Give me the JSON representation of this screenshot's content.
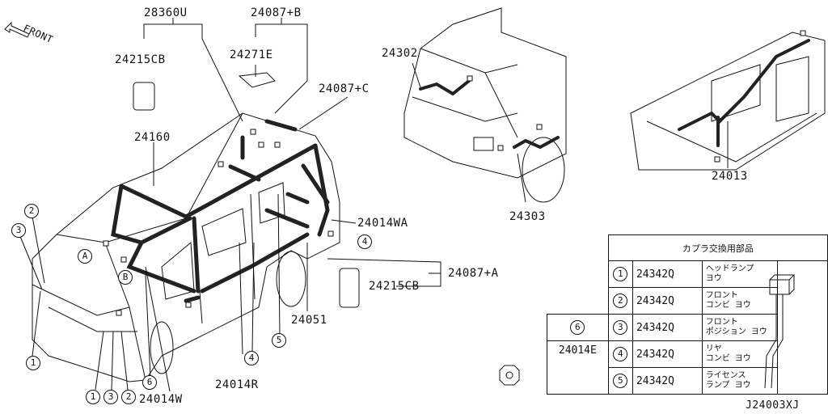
{
  "front_label": "FRONT",
  "callouts": {
    "c28360U": "28360U",
    "c24087B": "24087+B",
    "c24215CB_top": "24215CB",
    "c24271E": "24271E",
    "c24087C": "24087+C",
    "c24160": "24160",
    "c24014WA": "24014WA",
    "c24087A": "24087+A",
    "c24215CB_bottom": "24215CB",
    "c24051": "24051",
    "c24014R": "24014R",
    "c24014W": "24014W",
    "c24302": "24302",
    "c24303": "24303",
    "c24013": "24013",
    "view_A": "A",
    "view_B": "B"
  },
  "circle_numbers": {
    "n1": "1",
    "n2": "2",
    "n3": "3",
    "n4": "4",
    "n5": "5",
    "n6": "6"
  },
  "parts_table": {
    "header": "カプラ交換用部品",
    "side_part_number": "24014E",
    "rows": [
      {
        "num": "1",
        "part": "24342Q",
        "name1": "ヘッドランプ",
        "name2": "ヨウ"
      },
      {
        "num": "2",
        "part": "24342Q",
        "name1": "フロント",
        "name2": "コンビ ヨウ"
      },
      {
        "num": "3",
        "part": "24342Q",
        "name1": "フロント",
        "name2": "ポジション ヨウ"
      },
      {
        "num": "4",
        "part": "24342Q",
        "name1": "リヤ",
        "name2": "コンビ ヨウ"
      },
      {
        "num": "5",
        "part": "24342Q",
        "name1": "ライセンス",
        "name2": "ランプ  ヨウ"
      }
    ],
    "row3_left_num": "6"
  },
  "drawing_code": "J24003XJ"
}
